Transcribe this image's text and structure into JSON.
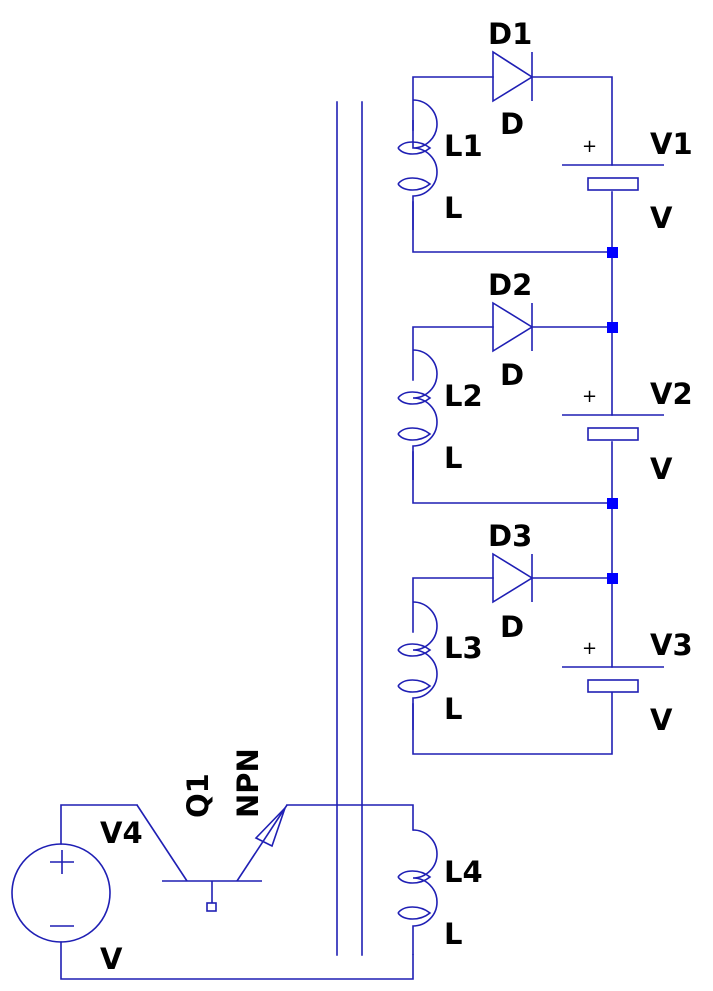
{
  "colors": {
    "wire": "#1f1fb4",
    "junction": "#0000ff",
    "text": "#000000",
    "background": "#ffffff"
  },
  "components": {
    "d1": {
      "name": "D1",
      "value": "D"
    },
    "d2": {
      "name": "D2",
      "value": "D"
    },
    "d3": {
      "name": "D3",
      "value": "D"
    },
    "l1": {
      "name": "L1",
      "value": "L"
    },
    "l2": {
      "name": "L2",
      "value": "L"
    },
    "l3": {
      "name": "L3",
      "value": "L"
    },
    "l4": {
      "name": "L4",
      "value": "L"
    },
    "v1": {
      "name": "V1",
      "value": "V",
      "polarity": "+"
    },
    "v2": {
      "name": "V2",
      "value": "V",
      "polarity": "+"
    },
    "v3": {
      "name": "V3",
      "value": "V",
      "polarity": "+"
    },
    "v4": {
      "name": "V4",
      "value": "V"
    },
    "q1": {
      "name": "Q1",
      "value": "NPN"
    }
  }
}
